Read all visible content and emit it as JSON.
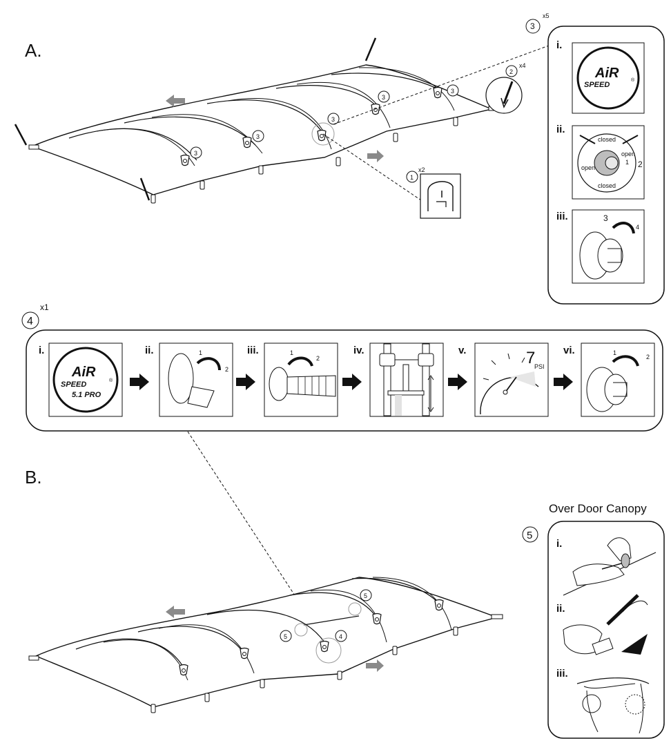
{
  "section_a": {
    "label": "A.",
    "callouts": {
      "step1": "1",
      "step1_qty": "x2",
      "step2": "2",
      "step2_qty": "x4",
      "step3": "3",
      "step3_qty": "x5"
    },
    "valve_panel": {
      "roman": [
        "i.",
        "ii.",
        "iii."
      ],
      "logo_top": "AiR",
      "logo_bottom": "SPEED",
      "registered": "®",
      "dial_words": [
        "closed",
        "open",
        "closed",
        "open"
      ],
      "dial_nums": [
        "1",
        "2"
      ],
      "cap_nums": [
        "3",
        "4"
      ]
    }
  },
  "inflation": {
    "step": "4",
    "qty": "x1",
    "roman": [
      "i.",
      "ii.",
      "iii.",
      "iv.",
      "v.",
      "vi."
    ],
    "logo_top": "AiR",
    "logo_mid": "SPEED",
    "logo_bottom": "5.1 PRO",
    "registered": "®",
    "nums": [
      "1",
      "2"
    ],
    "gauge_value": "7",
    "gauge_unit": "PSI"
  },
  "section_b": {
    "label": "B.",
    "callouts": [
      "5",
      "5",
      "4"
    ],
    "canopy_title": "Over Door Canopy",
    "canopy_step": "5",
    "canopy_roman": [
      "i.",
      "ii.",
      "iii."
    ]
  }
}
